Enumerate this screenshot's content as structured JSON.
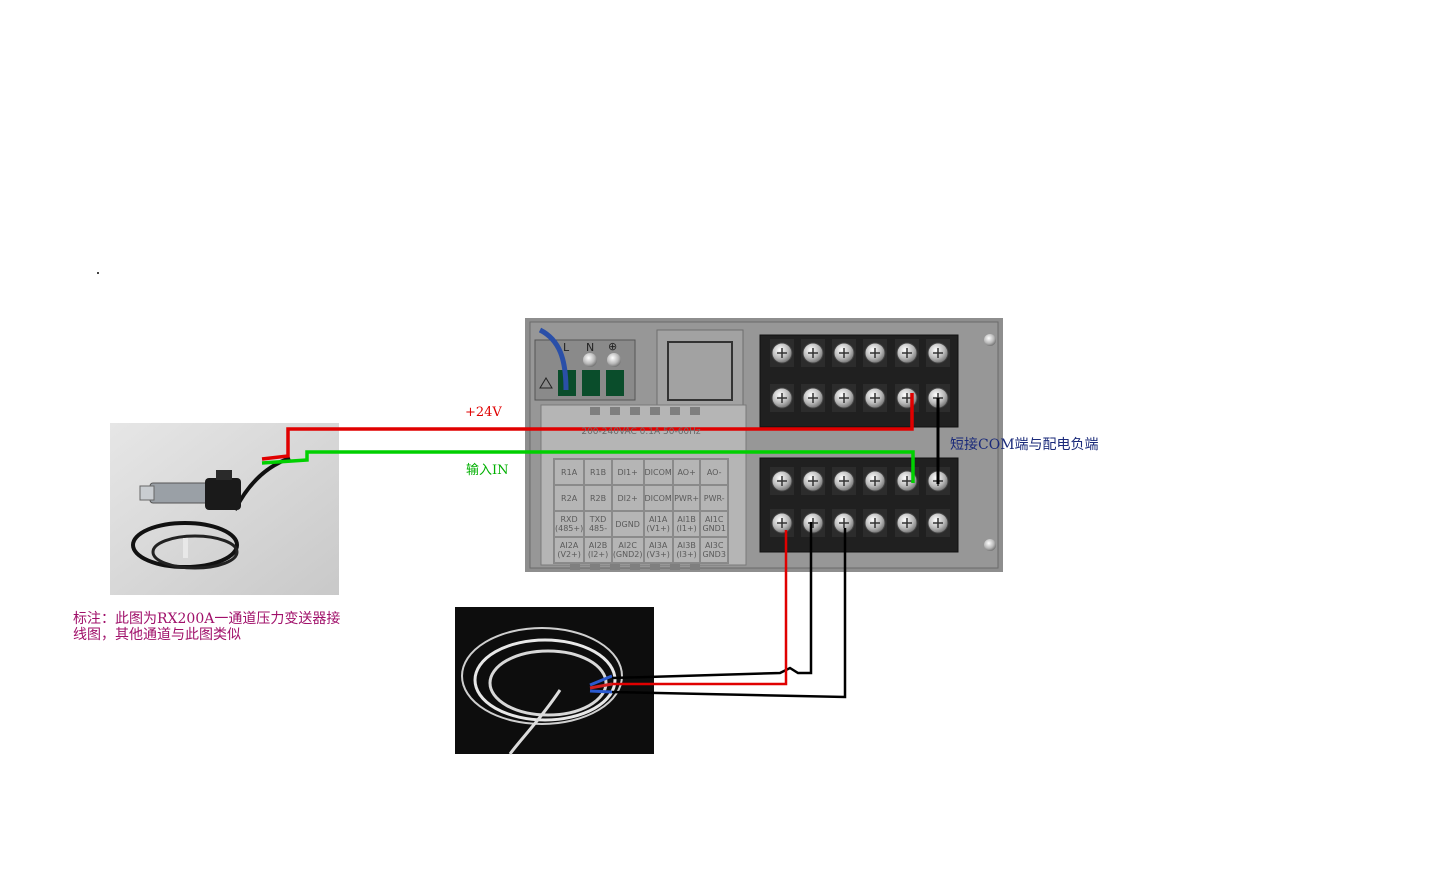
{
  "labels": {
    "plus24v": "+24V",
    "input_in": "输入IN",
    "short_com": "短接COM端与配电负端",
    "note_line1": "标注：此图为RX200A一通道压力变送器接",
    "note_line2": "线图，其他通道与此图类似"
  },
  "device": {
    "power_labels": [
      "L",
      "N",
      "⊕"
    ],
    "rating": "200-240VAC  0.1A  50-60Hz",
    "table": [
      [
        "R1A",
        "R1B",
        "DI1+",
        "DICOM",
        "AO+",
        "AO-"
      ],
      [
        "R2A",
        "R2B",
        "DI2+",
        "DICOM",
        "PWR+",
        "PWR-"
      ],
      [
        "RXD\n(485+)",
        "TXD\n485-",
        "DGND",
        "AI1A\n(V1+)",
        "AI1B\n(I1+)",
        "AI1C\nGND1"
      ],
      [
        "AI2A\n(V2+)",
        "AI2B\n(I2+)",
        "AI2C\n(GND2)",
        "AI3A\n(V3+)",
        "AI3B\n(I3+)",
        "AI3C\nGND3"
      ]
    ]
  },
  "colors": {
    "red_wire": "#e00000",
    "green_wire": "#00d000",
    "black_wire": "#000000",
    "device_body": "#8e8e8e",
    "note_text": "#a0106a",
    "com_text": "#1a2a7a"
  }
}
